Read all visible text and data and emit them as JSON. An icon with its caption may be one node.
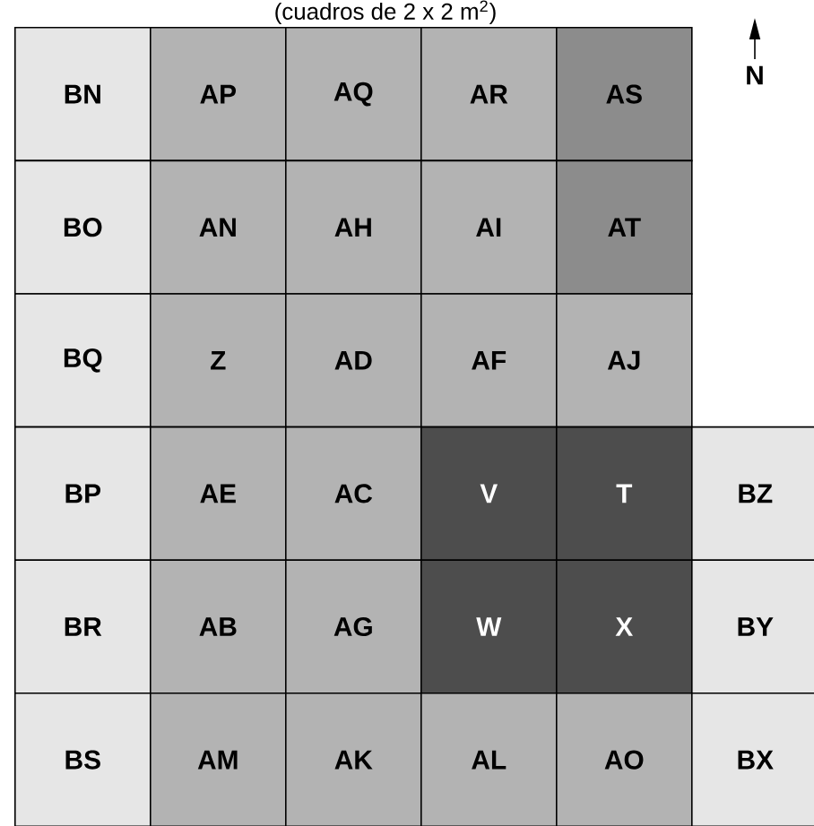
{
  "diagram": {
    "title": "(cuadros de 2 x 2 m$^{2}$)",
    "nodes": [
      {
        "text": [
          "BN"
        ]
      },
      {
        "text": [
          "AP"
        ]
      },
      {
        "text": [
          "AQ"
        ]
      },
      {
        "text": [
          "AR"
        ]
      },
      {
        "text": [
          "AS"
        ]
      },
      {
        "text": [
          "BO"
        ]
      },
      {
        "text": [
          "AN"
        ]
      },
      {
        "text": [
          "AH"
        ]
      },
      {
        "text": [
          "AI"
        ]
      },
      {
        "text": [
          "AT"
        ]
      },
      {
        "text": [
          "BQ"
        ]
      },
      {
        "text": [
          "Z"
        ]
      },
      {
        "text": [
          "AD"
        ]
      },
      {
        "text": [
          "AF"
        ]
      },
      {
        "text": [
          "AJ"
        ]
      },
      {
        "text": [
          "BP"
        ]
      },
      {
        "text": [
          "AE"
        ]
      },
      {
        "text": [
          "AC"
        ]
      },
      {
        "text": [
          "V"
        ]
      },
      {
        "text": [
          "T"
        ]
      },
      {
        "text": [
          "BZ"
        ]
      },
      {
        "text": [
          "BR"
        ]
      },
      {
        "text": [
          "AB"
        ]
      },
      {
        "text": [
          "AG"
        ]
      },
      {
        "text": [
          "W"
        ]
      },
      {
        "text": [
          "X"
        ]
      },
      {
        "text": [
          "BY"
        ]
      },
      {
        "text": [
          "BS"
        ]
      },
      {
        "text": [
          "AM"
        ]
      },
      {
        "text": [
          "AK"
        ]
      },
      {
        "text": [
          "AL"
        ]
      },
      {
        "text": [
          "AO"
        ]
      },
      {
        "text": [
          "BX"
        ]
      }
    ],
    "labels": [
      "N"
    ]
  }
}
